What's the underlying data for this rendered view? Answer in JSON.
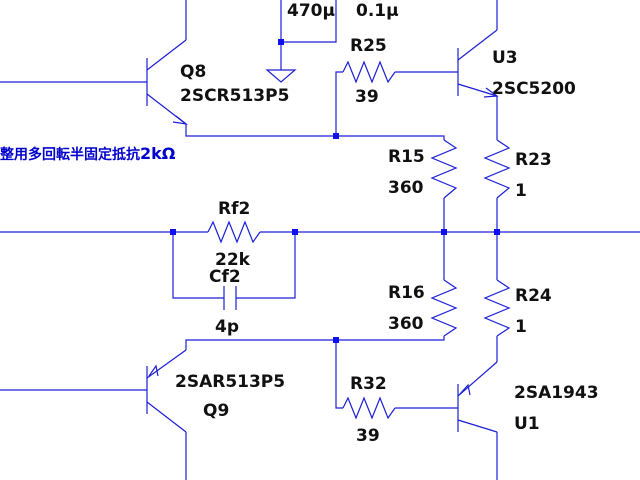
{
  "colors": {
    "wire": "#1a1fd6",
    "junction": "#1010ee",
    "text": "#111111",
    "note": "#0000cc"
  },
  "labels": {
    "c1_value": "470μ",
    "c2_value": "0.1μ",
    "q8_name": "Q8",
    "q8_part": "2SCR513P5",
    "r25_name": "R25",
    "r25_value": "39",
    "u3_name": "U3",
    "u3_part": "2SC5200",
    "r15_name": "R15",
    "r15_value": "360",
    "r23_name": "R23",
    "r23_value": "1",
    "rf2_name": "Rf2",
    "rf2_value": "22k",
    "cf2_name": "Cf2",
    "cf2_value": "4p",
    "r16_name": "R16",
    "r16_value": "360",
    "r24_name": "R24",
    "r24_value": "1",
    "q9_part": "2SAR513P5",
    "q9_name": "Q9",
    "r32_name": "R32",
    "r32_value": "39",
    "u1_part": "2SA1943",
    "u1_name": "U1"
  },
  "note": {
    "text": "整用多回転半固定抵抗",
    "value": "2kΩ"
  }
}
